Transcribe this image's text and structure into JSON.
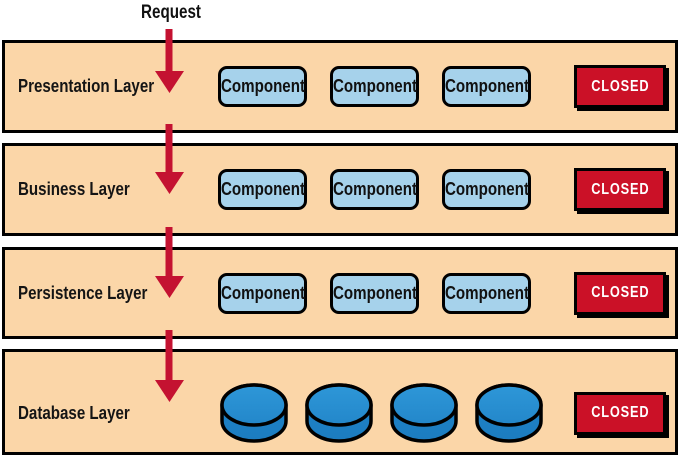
{
  "request_label": "Request",
  "colors": {
    "layer_fill": "#FBD6A8",
    "layer_border": "#000000",
    "component_fill": "#A6D2EB",
    "closed_fill": "#CB1127",
    "closed_text": "#FFFFFF",
    "arrow_red": "#C41231",
    "cylinder_top": "#2B92D2",
    "cylinder_body": "#1E82C6"
  },
  "layers": [
    {
      "label": "Presentation Layer",
      "kind": "components",
      "components": [
        "Component",
        "Component",
        "Component"
      ],
      "status": "CLOSED"
    },
    {
      "label": "Business Layer",
      "kind": "components",
      "components": [
        "Component",
        "Component",
        "Component"
      ],
      "status": "CLOSED"
    },
    {
      "label": "Persistence Layer",
      "kind": "components",
      "components": [
        "Component",
        "Component",
        "Component"
      ],
      "status": "CLOSED"
    },
    {
      "label": "Database Layer",
      "kind": "databases",
      "database_count": 4,
      "status": "CLOSED"
    }
  ]
}
